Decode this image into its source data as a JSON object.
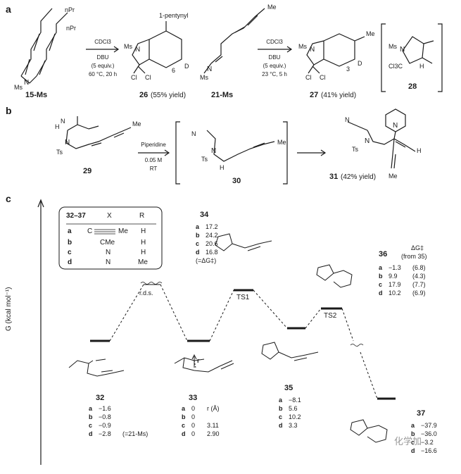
{
  "panel_a": {
    "letter": "a",
    "rx1": {
      "solvent": "CDCl3",
      "reagent": "DBU",
      "equiv": "(5 equiv.)",
      "conditions": "60 °C, 20 h",
      "start_id": "15-Ms",
      "product_id": "26",
      "product_yield": "(55% yield)",
      "substituent_top": "1-pentynyl",
      "substituent_npr1": "nPr",
      "substituent_npr2": "nPr",
      "ms": "Ms",
      "n": "N",
      "cl1": "Cl",
      "cl2": "Cl",
      "pos6": "6",
      "d": "D"
    },
    "rx2": {
      "solvent": "CDCl3",
      "reagent": "DBU",
      "equiv": "(5 equiv.)",
      "conditions": "23 °C, 5 h",
      "start_id": "21-Ms",
      "product_id": "27",
      "product_yield": "(41% yield)",
      "me": "Me",
      "ms": "Ms",
      "n": "N",
      "cl1": "Cl",
      "cl2": "Cl",
      "pos3": "3",
      "d": "D"
    },
    "intermediate": {
      "id": "28",
      "ms": "Ms",
      "n": "N",
      "ccl3": "Cl3C",
      "h": "H"
    }
  },
  "panel_b": {
    "letter": "b",
    "start_id": "29",
    "reagent": "Piperidine",
    "conc": "0.05 M",
    "temp": "RT",
    "intermediate_id": "30",
    "product_id": "31",
    "product_yield": "(42% yield)",
    "ts": "Ts",
    "n": "N",
    "h": "H",
    "me": "Me"
  },
  "panel_c": {
    "letter": "c",
    "y_axis": "G (kcal mol⁻¹)",
    "legend": {
      "header": [
        "32–37",
        "X",
        "R"
      ],
      "rows": [
        [
          "a",
          "C",
          "Me",
          "H"
        ],
        [
          "b",
          "CMe",
          "",
          "H"
        ],
        [
          "c",
          "N",
          "",
          "H"
        ],
        [
          "d",
          "N",
          "",
          "Me"
        ]
      ]
    },
    "labels": {
      "rds": "r.d.s.",
      "ts1": "TS1",
      "ts2": "TS2",
      "r_label": "r"
    },
    "c32": {
      "id": "32",
      "rows": [
        [
          "a",
          "−1.6"
        ],
        [
          "b",
          "−0.8"
        ],
        [
          "c",
          "−0.9"
        ],
        [
          "d",
          "−2.8"
        ]
      ],
      "note": "(=21-Ms)"
    },
    "c33": {
      "id": "33",
      "header_r": "r (Å)",
      "rows": [
        [
          "a",
          "0",
          ""
        ],
        [
          "b",
          "0",
          ""
        ],
        [
          "c",
          "0",
          "3.11"
        ],
        [
          "d",
          "0",
          "2.90"
        ]
      ]
    },
    "c34": {
      "id": "34",
      "rows": [
        [
          "a",
          "17.2"
        ],
        [
          "b",
          "24.2"
        ],
        [
          "c",
          "20.6"
        ],
        [
          "d",
          "16.8"
        ]
      ],
      "note": "(=ΔG‡)"
    },
    "c35": {
      "id": "35",
      "rows": [
        [
          "a",
          "−8.1"
        ],
        [
          "b",
          "5.6"
        ],
        [
          "c",
          "10.2"
        ],
        [
          "d",
          "3.3"
        ]
      ]
    },
    "c36": {
      "id": "36",
      "header": "ΔG‡",
      "header_sub": "(from 35)",
      "rows": [
        [
          "a",
          "−1.3",
          "(6.8)"
        ],
        [
          "b",
          "9.9",
          "(4.3)"
        ],
        [
          "c",
          "17.9",
          "(7.7)"
        ],
        [
          "d",
          "10.2",
          "(6.9)"
        ]
      ]
    },
    "c37": {
      "id": "37",
      "rows": [
        [
          "a",
          "−37.9"
        ],
        [
          "b",
          "−36.0"
        ],
        [
          "c",
          "−3.2"
        ],
        [
          "d",
          "−16.6"
        ]
      ]
    }
  },
  "watermark": "化学加"
}
